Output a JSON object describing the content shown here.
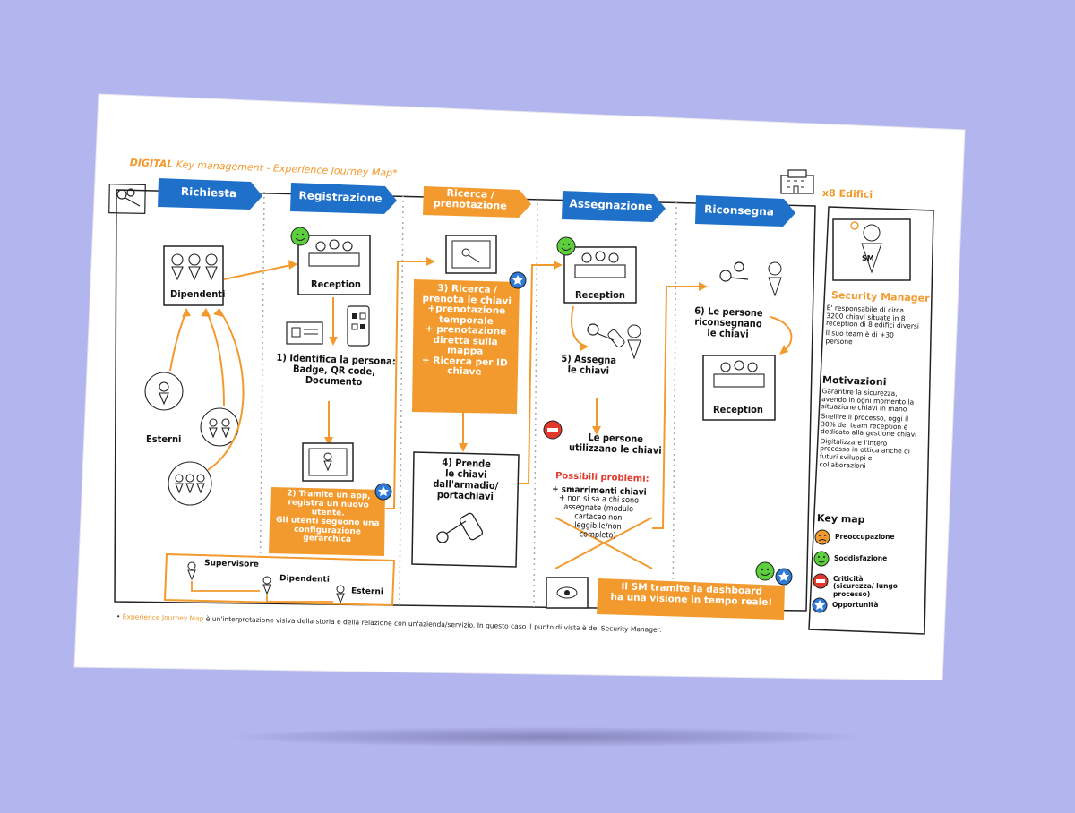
{
  "title": {
    "brand": "DIGITAL",
    "rest": " Key management - Experience Journey Map*"
  },
  "stages": [
    "Richiesta",
    "Registrazione",
    "Ricerca / prenotazione",
    "Assegnazione",
    "Riconsegna"
  ],
  "buildings_label": "x8 Edifici",
  "actors": {
    "dipendenti": "Dipendenti",
    "esterni": "Esterni",
    "reception": "Reception"
  },
  "steps": {
    "s1": [
      "1) Identifica la persona:",
      "Badge, QR code,",
      "Documento"
    ],
    "s2": [
      "2) Tramite un app,",
      "registra un nuovo utente.",
      "Gli utenti seguono una",
      "configurazione",
      "gerarchica"
    ],
    "s3": [
      "3) Ricerca /",
      "prenota le chiavi",
      "+prenotazione",
      "temporale",
      "+ prenotazione",
      "diretta sulla",
      "mappa",
      "+ Ricerca per ID",
      "chiave"
    ],
    "s4": [
      "4) Prende",
      "le chiavi",
      "dall'armadio/",
      "portachiavi"
    ],
    "s5": [
      "5) Assegna",
      "le chiavi"
    ],
    "use": [
      "Le persone",
      "utilizzano le chiavi"
    ],
    "s6": [
      "6) Le persone",
      "riconsegnano",
      "le chiavi"
    ],
    "problems_title": "Possibili problemi:",
    "problems": [
      "+ smarrimenti chiavi",
      "+ non si sa a chi sono",
      "assegnate (modulo",
      "cartaceo non",
      "leggibile/non",
      "completo)"
    ],
    "dashboard": [
      "Il SM tramite la dashboard",
      "ha una visione in tempo reale!"
    ]
  },
  "hierarchy": {
    "supervisore": "Supervisore",
    "dipendenti": "Dipendenti",
    "esterni": "Esterni"
  },
  "persona": {
    "name": "Security Manager",
    "badge": "SM",
    "facts": [
      "E' responsabile di circa 3200 chiavi situate in 8 reception di 8 edifici diversi",
      "Il suo team è di +30 persone"
    ],
    "motivations_title": "Motivazioni",
    "motivations": [
      "Garantire la sicurezza, avendo in ogni momento la situazione chiavi in mano",
      "Snellire il processo, oggi il 30% del team reception è dedicato alla gestione chiavi",
      "Digitalizzare l'intero processo in ottica anche di futuri sviluppi e collaborazioni"
    ]
  },
  "key_map": {
    "title": "Key map",
    "items": [
      {
        "label": "Preoccupazione",
        "color": "#f29a2e",
        "icon": "worried-face"
      },
      {
        "label": "Soddisfazione",
        "color": "#5ccf3c",
        "icon": "happy-face"
      },
      {
        "label": "Criticità (sicurezza/ lungo processo)",
        "color": "#e23a2a",
        "icon": "critical-icon"
      },
      {
        "label": "Opportunità",
        "color": "#2e7ad9",
        "icon": "star-icon"
      }
    ]
  },
  "footnote": {
    "lead": "Experience Journey Map",
    "text": " è un'interpretazione visiva della storia e della relazione con un'azienda/servizio. In questo caso il punto di vista è del Security Manager."
  },
  "colors": {
    "orange": "#f29a2e",
    "blue": "#1e70c8",
    "green": "#5ccf3c",
    "red": "#e23a2a",
    "background": "#b3b5ee"
  }
}
